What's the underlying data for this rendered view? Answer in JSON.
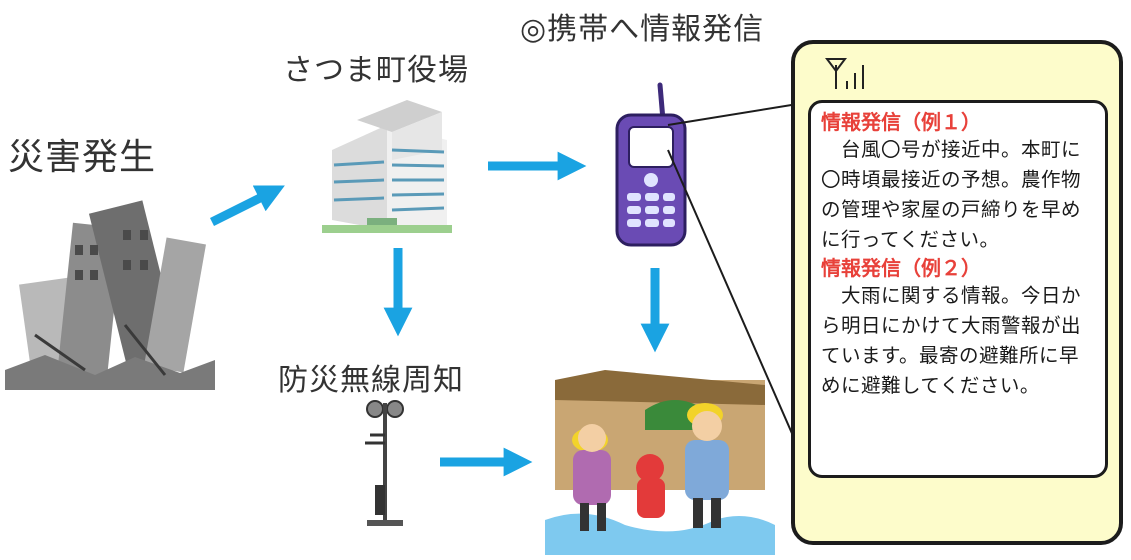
{
  "labels": {
    "disaster": "災害発生",
    "townhall": "さつま町役場",
    "mobile": "◎携帯へ情報発信",
    "radio": "防災無線周知"
  },
  "messages": [
    {
      "title": "情報発信（例１）",
      "body": "　台風〇号が接近中。本町に〇時頃最接近の予想。農作物の管理や家屋の戸締りを早めに行ってください。"
    },
    {
      "title": "情報発信（例２）",
      "body": "　大雨に関する情報。今日から明日にかけて大雨警報が出ています。最寄の避難所に早めに避難してください。"
    }
  ],
  "colors": {
    "arrow": "#1aa3e2",
    "phone": "#6a4bb4",
    "panel": "#fdfccb",
    "title_red": "#e8413a"
  },
  "icons": [
    "antenna-signal-icon",
    "building-icon",
    "mobile-phone-icon",
    "radio-tower-icon",
    "evacuees-icon",
    "disaster-buildings-icon"
  ]
}
